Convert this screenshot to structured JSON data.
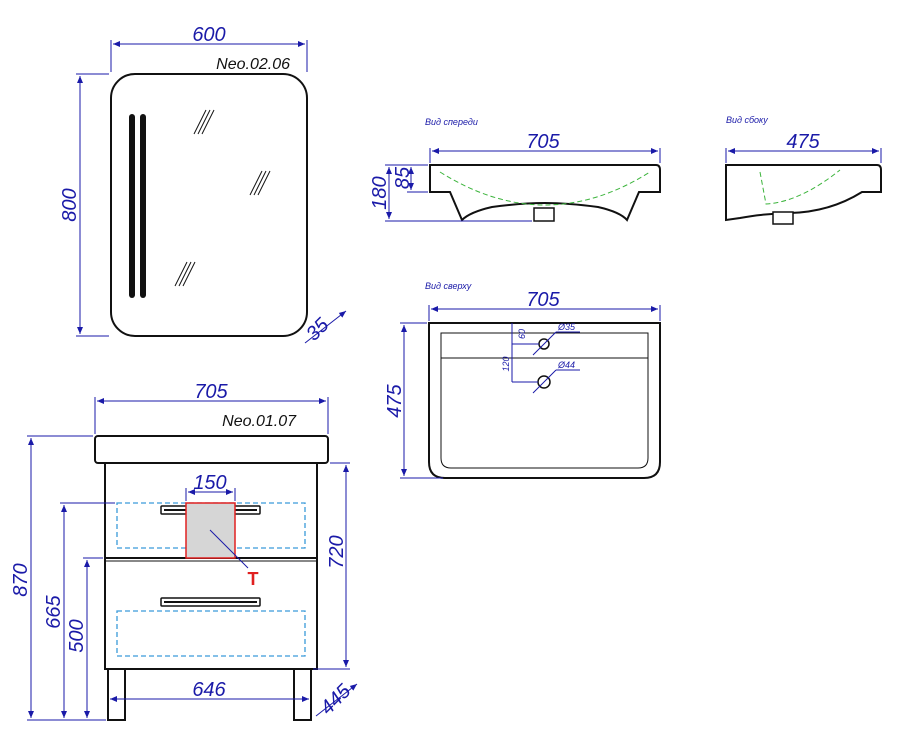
{
  "mirror": {
    "model": "Neo.02.06",
    "width": "600",
    "height": "800",
    "depth": "35"
  },
  "cabinet": {
    "model": "Neo.01.07",
    "top_width": "705",
    "section_width": "150",
    "marker": "T",
    "total_height": "870",
    "height_665": "665",
    "height_500": "500",
    "height_720": "720",
    "base_width": "646",
    "depth": "445"
  },
  "sink_front": {
    "view_label": "Вид спереди",
    "width": "705",
    "height_180": "180",
    "height_85": "85"
  },
  "sink_side": {
    "view_label": "Вид сбоку",
    "depth": "475"
  },
  "sink_top": {
    "view_label": "Вид сверху",
    "width": "705",
    "depth": "475",
    "dim_60": "60",
    "dim_120": "120",
    "hole_35": "Ø35",
    "hole_44": "Ø44"
  },
  "colors": {
    "dimension": "#1a1aa8",
    "outline": "#111111",
    "hidden_line": "#3cb43c",
    "drawer_dash": "#3a9ad9",
    "highlight": "#e02020"
  }
}
